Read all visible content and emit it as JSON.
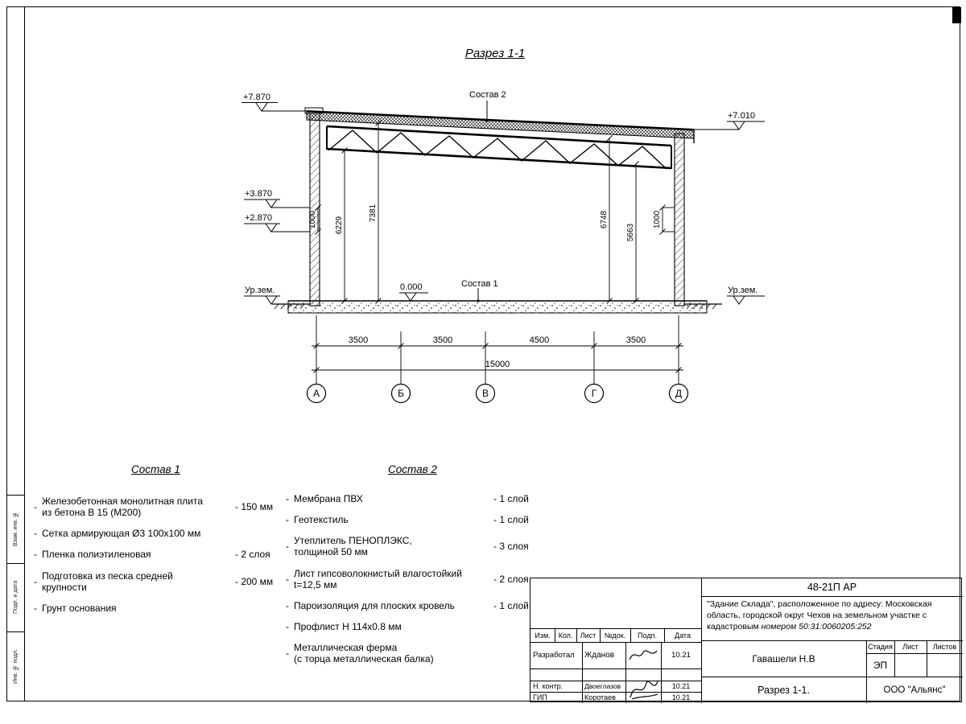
{
  "drawing": {
    "title": "Разрез 1-1",
    "labels": {
      "elev_left_top": "+7.870",
      "elev_right_top": "+7.010",
      "elev_mid1": "+3.870",
      "elev_mid2": "+2.870",
      "zero": "0.000",
      "ground_level": "Ур.зем.",
      "sostav1_ref": "Состав 1",
      "sostav2_ref": "Состав 2"
    },
    "vdims": [
      "1000",
      "6229",
      "7381",
      "6748",
      "5663",
      "1000"
    ],
    "hdims": [
      "3500",
      "3500",
      "4500",
      "3500"
    ],
    "total_dim": "15000",
    "axes": [
      "А",
      "Б",
      "В",
      "Г",
      "Д"
    ]
  },
  "sostav1": {
    "title": "Состав 1",
    "items": [
      {
        "text": "Железобетонная  монолитная плита\nиз бетона В 15 (М200)",
        "value": "- 150 мм"
      },
      {
        "text": "Сетка армирующая Ø3 100х100 мм",
        "value": ""
      },
      {
        "text": "Пленка полиэтиленовая",
        "value": "- 2 слоя"
      },
      {
        "text": "Подготовка из песка средней\nкрупности",
        "value": "- 200 мм"
      },
      {
        "text": "Грунт основания",
        "value": ""
      }
    ]
  },
  "sostav2": {
    "title": "Состав 2",
    "items": [
      {
        "text": "Мембрана ПВХ",
        "value": "- 1 слой"
      },
      {
        "text": "Геотекстиль",
        "value": "- 1 слой"
      },
      {
        "text": "Утеплитель ПЕНОПЛЭКС,\nтолщиной 50 мм",
        "value": "- 3 слоя"
      },
      {
        "text": "Лист гипсоволокнистый влагостойкий\nt=12,5 мм",
        "value": "- 2 слоя"
      },
      {
        "text": "Пароизоляция для плоских кровель",
        "value": "- 1 слой"
      },
      {
        "text": "Профлист Н 114х0.8 мм",
        "value": ""
      },
      {
        "text": "Металлическая ферма\n(с торца металлическая балка)",
        "value": ""
      }
    ]
  },
  "titleblock": {
    "code": "48-21П АР",
    "project_text": "\"Здание Склада\", расположенное по адресу: Московская область, городской округ Чехов на земельном участке с кадастровым",
    "project_number": "номером 50:31:0060205:252",
    "col_izm": "Изм.",
    "col_kol": "Кол.",
    "col_list": "Лист",
    "col_ndok": "№док.",
    "col_podp": "Подп.",
    "col_data": "Дата",
    "row1_role": "Разработал",
    "row1_name": "Жданов",
    "row1_date": "10.21",
    "row2_role": "Н. контр.",
    "row2_name": "Двоеглазов",
    "row2_date": "10.21",
    "row3_role": "ГИП",
    "row3_name": "Коротаев",
    "row3_date": "10.21",
    "checked_by": "Гавашели Н.В",
    "stage_label": "Стадия",
    "sheet_label": "Лист",
    "sheets_label": "Листов",
    "stage": "ЭП",
    "sheet_title": "Разрез 1-1.",
    "company": "ООО \"Альянс\""
  },
  "margin": {
    "labels": [
      "Взам. инв. №",
      "Подп. и дата",
      "Инв. № подл."
    ]
  }
}
